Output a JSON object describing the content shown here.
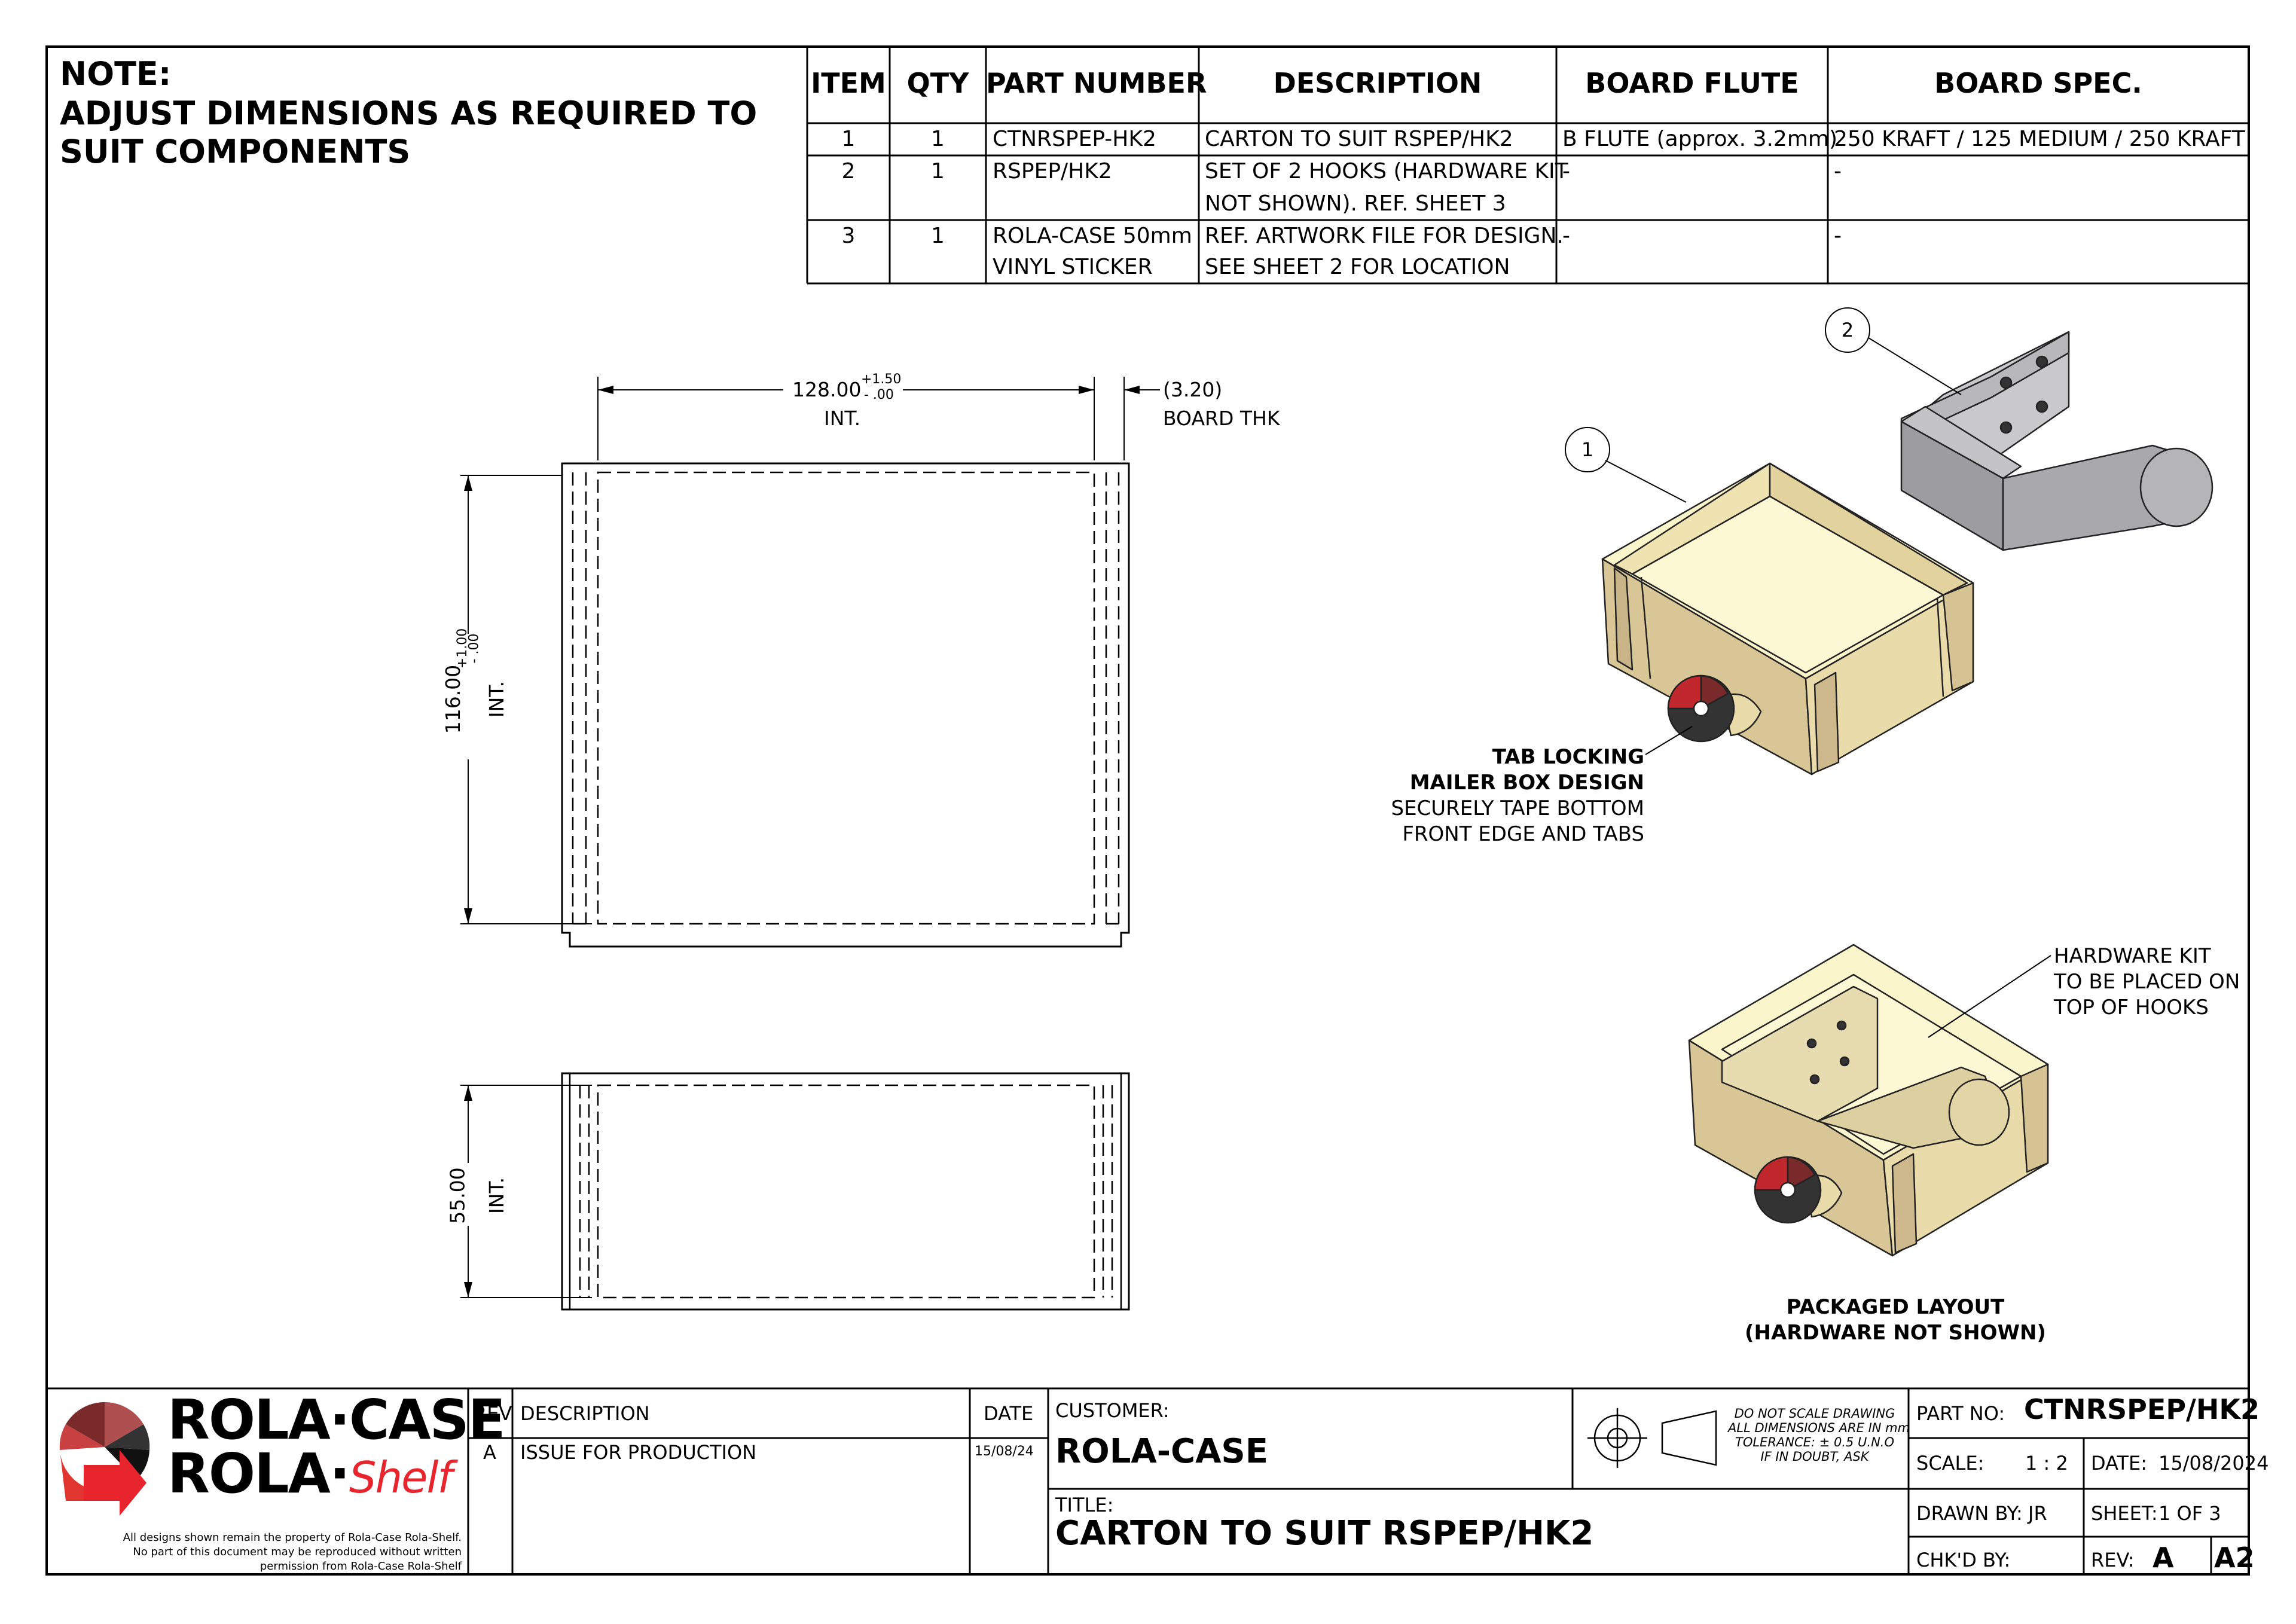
{
  "note": {
    "line1": "NOTE:",
    "line2": "ADJUST DIMENSIONS AS REQUIRED TO",
    "line3": "SUIT COMPONENTS"
  },
  "bom": {
    "headers": [
      "ITEM",
      "QTY",
      "PART NUMBER",
      "DESCRIPTION",
      "BOARD FLUTE",
      "BOARD SPEC."
    ],
    "rows": [
      {
        "item": "1",
        "qty": "1",
        "part": [
          "CTNRSPEP-HK2"
        ],
        "desc": [
          "CARTON TO SUIT RSPEP/HK2"
        ],
        "flute": "B FLUTE (approx. 3.2mm)",
        "spec": "250 KRAFT / 125 MEDIUM / 250 KRAFT"
      },
      {
        "item": "2",
        "qty": "1",
        "part": [
          "RSPEP/HK2"
        ],
        "desc": [
          "SET OF 2 HOOKS (HARDWARE KIT",
          "NOT SHOWN). REF. SHEET 3"
        ],
        "flute": "-",
        "spec": "-"
      },
      {
        "item": "3",
        "qty": "1",
        "part": [
          "ROLA-CASE 50mm",
          "VINYL STICKER"
        ],
        "desc": [
          "REF. ARTWORK FILE FOR DESIGN.",
          "SEE SHEET 2 FOR LOCATION"
        ],
        "flute": "-",
        "spec": "-"
      }
    ]
  },
  "dimensions": {
    "width": {
      "value": "128.00",
      "tol_upper": "+1.50",
      "tol_lower": "- .00",
      "label": "INT."
    },
    "board": {
      "value": "(3.20)",
      "label": "BOARD THK"
    },
    "height": {
      "value": "116.00",
      "tol_upper": "+1.00",
      "tol_lower": "- .00",
      "label": "INT."
    },
    "depth": {
      "value": "55.00",
      "label": "INT."
    }
  },
  "balloons": {
    "carton": "1",
    "hooks": "2"
  },
  "callouts": {
    "tab_line1": "TAB LOCKING",
    "tab_line2": "MAILER BOX DESIGN",
    "tab_line3": "SECURELY TAPE BOTTOM",
    "tab_line4": "FRONT EDGE AND TABS",
    "hw_line1": "HARDWARE KIT",
    "hw_line2": "TO BE PLACED ON",
    "hw_line3": "TOP OF HOOKS",
    "pk_line1": "PACKAGED LAYOUT",
    "pk_line2": "(HARDWARE NOT SHOWN)"
  },
  "title_block": {
    "logo_line1": "ROLA·CASE",
    "logo_line2_a": "ROLA·",
    "logo_line2_b": "Shelf",
    "copyright": [
      "All designs shown remain the property of Rola-Case Rola-Shelf.",
      "No part of this document may be reproduced without written",
      "permission from Rola-Case Rola-Shelf"
    ],
    "rev_header": "REV",
    "desc_header": "DESCRIPTION",
    "date_header": "DATE",
    "rev": "A",
    "rev_desc": "ISSUE FOR PRODUCTION",
    "rev_date": "15/08/24",
    "customer_label": "CUSTOMER:",
    "customer": "ROLA-CASE",
    "title_label": "TITLE:",
    "title": "CARTON TO SUIT RSPEP/HK2",
    "scale_note": [
      "DO NOT SCALE DRAWING",
      "ALL DIMENSIONS ARE IN mm",
      "TOLERANCE: ± 0.5 U.N.O",
      "IF IN DOUBT, ASK"
    ],
    "part_no_label": "PART NO:",
    "part_no": "CTNRSPEP/HK2",
    "scale_label": "SCALE:",
    "scale": "1 : 2",
    "date_label": "DATE:",
    "date": "15/08/2024",
    "drawn_label": "DRAWN BY:",
    "drawn": "JR",
    "sheet_label": "SHEET:",
    "sheet": "1 OF 3",
    "chk_label": "CHK'D BY:",
    "rev_label": "REV:",
    "rev_value": "A",
    "size": "A2"
  },
  "colors": {
    "cardboard": "#e9dcaa",
    "cardboard_dark": "#c8b487",
    "cardboard_light": "#fbf5cc",
    "hook": "#a9a9ad",
    "logo_red": "#e8242c",
    "logo_dark": "#7a2a2a"
  }
}
